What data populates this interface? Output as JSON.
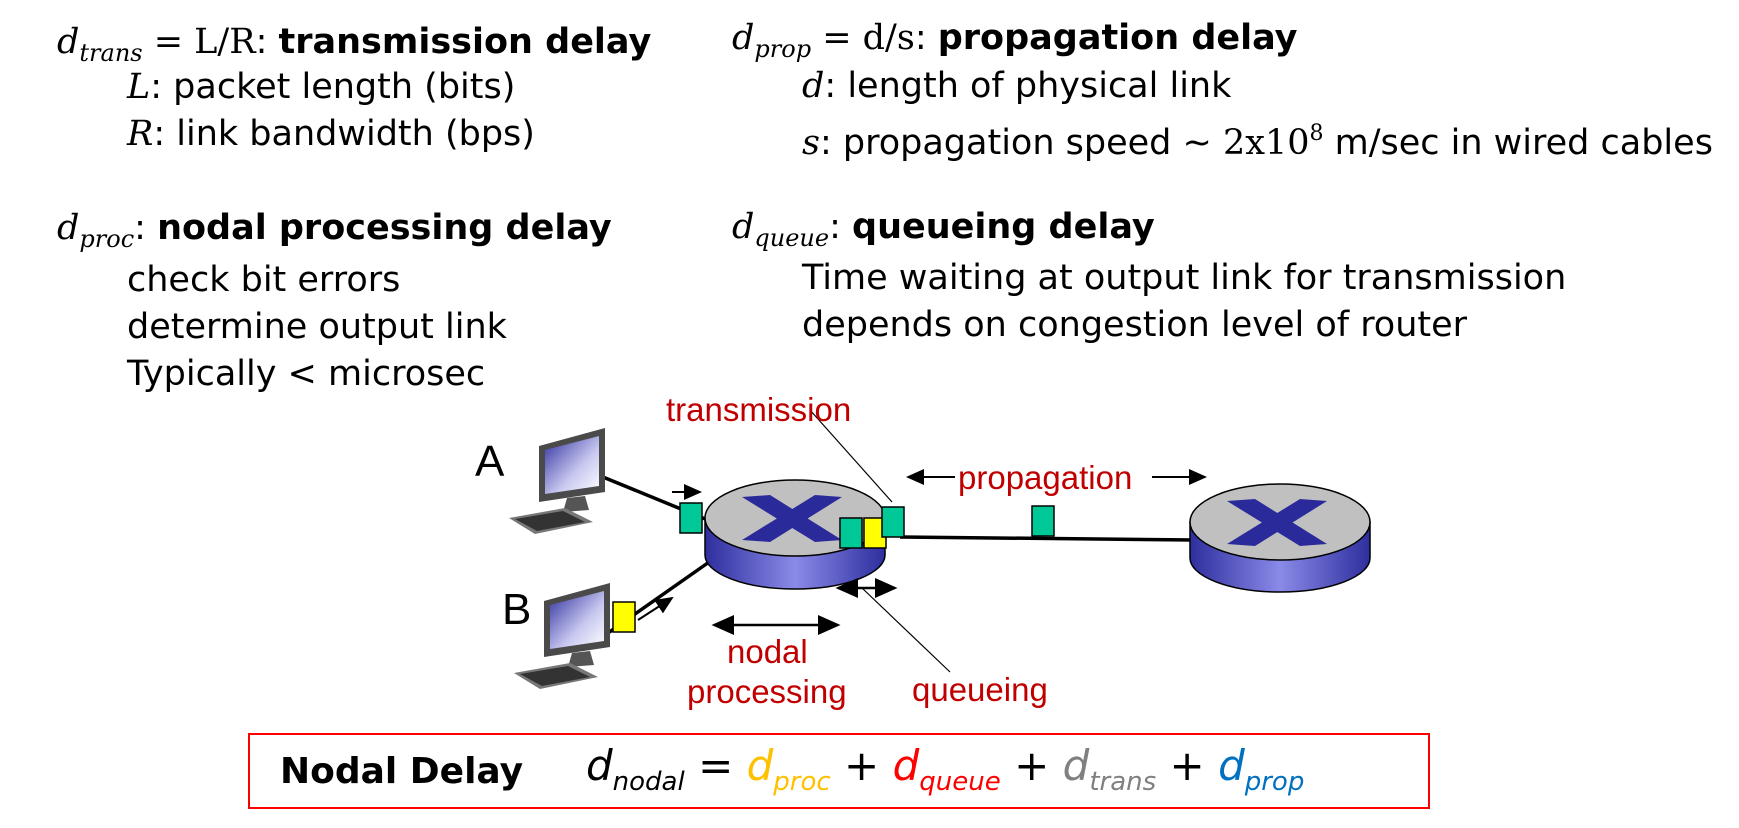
{
  "trans": {
    "symbol_base": "d",
    "symbol_sub": "trans",
    "equation": " = L/R",
    "title": "transmission delay",
    "items": [
      {
        "var": "L",
        "text": ": packet length (bits)"
      },
      {
        "var": "R",
        "text": ": link bandwidth (bps)"
      }
    ]
  },
  "prop": {
    "symbol_base": "d",
    "symbol_sub": "prop",
    "equation": " = d/s",
    "title": "propagation delay",
    "items": [
      {
        "var": "d",
        "text": ": length of physical link"
      },
      {
        "var": "s",
        "text_before": ": propagation speed ~ ",
        "value_base": "2x10",
        "value_exp": "8",
        "text_after": " m/sec in wired cables"
      }
    ]
  },
  "proc": {
    "symbol_base": "d",
    "symbol_sub": "proc",
    "title": "nodal processing delay",
    "items": [
      "check bit errors",
      "determine output link",
      "Typically < microsec"
    ]
  },
  "queue": {
    "symbol_base": "d",
    "symbol_sub": "queue",
    "title": "queueing delay",
    "items": [
      "Time waiting at output link for transmission",
      "depends on congestion level of router"
    ]
  },
  "diagram": {
    "host_a_label": "A",
    "host_b_label": "B",
    "labels": {
      "transmission": "transmission",
      "propagation": "propagation",
      "nodal_processing_line1": "nodal",
      "nodal_processing_line2": "processing",
      "queueing": "queueing"
    },
    "colors": {
      "label_red": "#c00000",
      "packet_green": "#00c896",
      "packet_yellow": "#ffff00",
      "router_top": "#c0c0c0",
      "router_side": "#5050c0",
      "router_cross": "#2a2a9a"
    }
  },
  "formula": {
    "title": "Nodal Delay",
    "lhs_base": "d",
    "lhs_sub": "nodal",
    "equals": " = ",
    "terms": [
      {
        "base": "d",
        "sub": "proc",
        "color": "#ffc000"
      },
      {
        "base": "d",
        "sub": "queue",
        "color": "#ff0000"
      },
      {
        "base": "d",
        "sub": "trans",
        "color": "#808080"
      },
      {
        "base": "d",
        "sub": "prop",
        "color": "#0070c0"
      }
    ],
    "plus": " + ",
    "border_color": "#ff0000"
  }
}
